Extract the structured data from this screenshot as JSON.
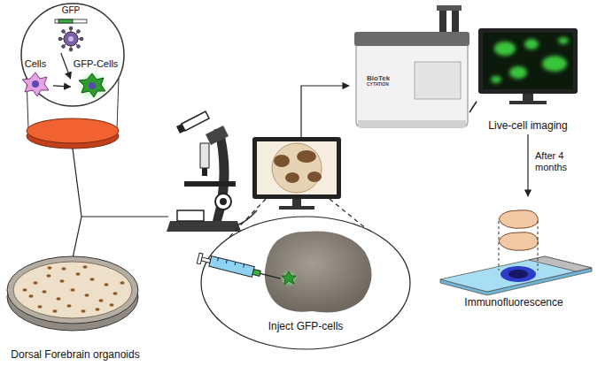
{
  "diagram": {
    "nodes": [
      {
        "text": [
          "GFP"
        ]
      },
      {
        "text": [
          "Cells"
        ]
      },
      {
        "text": [
          "GFP-Cells"
        ]
      },
      {
        "text": [
          "Dorsal Forebrain organoids"
        ]
      },
      {
        "text": [
          "Inject GFP-cells"
        ]
      },
      {
        "text": [
          "BioTek",
          "CYTATION"
        ]
      },
      {
        "text": [
          "Live-cell imaging"
        ]
      },
      {
        "text": [
          "Immunofluorescence"
        ]
      }
    ],
    "edges": [
      {
        "from": 0,
        "to": 2,
        "arrow": "to"
      },
      {
        "from": 1,
        "to": 2,
        "arrow": "to"
      },
      {
        "from": 5,
        "to": 6,
        "arrow": "none"
      },
      {
        "from": 6,
        "to": 7,
        "arrow": "to"
      }
    ],
    "labels": [
      "After 4 months"
    ]
  }
}
